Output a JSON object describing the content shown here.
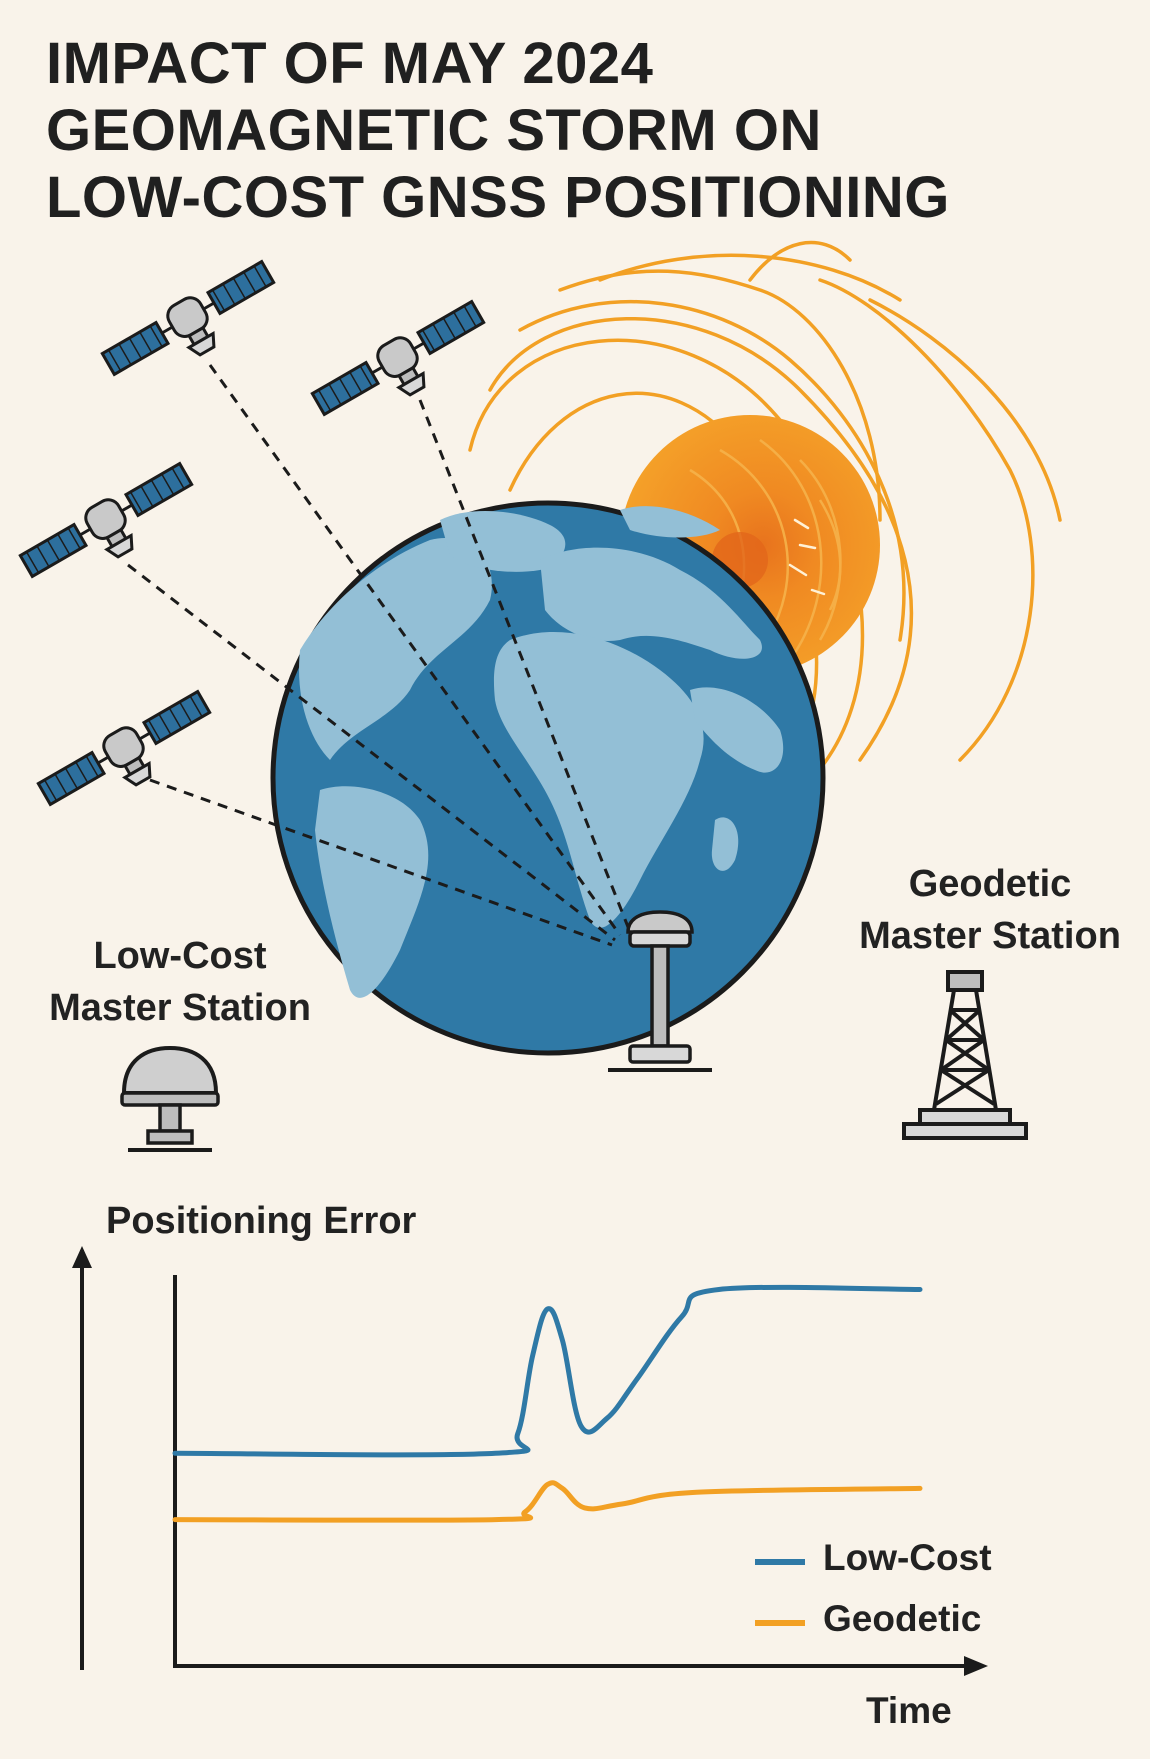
{
  "title": {
    "line1": "IMPACT OF MAY 2024",
    "line2": "GEOMAGNETIC STORM ON",
    "line3": "LOW-COST GNSS POSITIONING"
  },
  "stations": {
    "low_cost": {
      "line1": "Low-Cost",
      "line2": "Master Station"
    },
    "geodetic": {
      "line1": "Geodetic",
      "line2": "Master Station"
    }
  },
  "colors": {
    "background": "#f9f3ea",
    "ocean": "#2f79a6",
    "land": "#93bfd6",
    "sun": "#f39c22",
    "satellite_panel": "#2d6f9d",
    "low_cost_line": "#2f79a6",
    "geodetic_line": "#f2a024"
  },
  "icons": [
    "satellite-icon",
    "sun-icon",
    "globe-icon",
    "antenna-icon",
    "tower-icon"
  ],
  "chart_data": {
    "type": "line",
    "title": "Positioning Error",
    "xlabel": "Time",
    "ylabel": "Positioning Error",
    "grid": false,
    "legend_position": "bottom-right",
    "series": [
      {
        "name": "Low-Cost",
        "color": "#2f79a6",
        "x": [
          0,
          0.43,
          0.46,
          0.48,
          0.5,
          0.52,
          0.545,
          0.58,
          0.62,
          0.68,
          0.73,
          1.0
        ],
        "values": [
          0.53,
          0.53,
          0.58,
          0.78,
          0.9,
          0.82,
          0.6,
          0.62,
          0.72,
          0.88,
          0.95,
          0.95
        ]
      },
      {
        "name": "Geodetic",
        "color": "#f2a024",
        "x": [
          0,
          0.43,
          0.47,
          0.5,
          0.52,
          0.55,
          0.6,
          0.7,
          1.0
        ],
        "values": [
          0.36,
          0.36,
          0.38,
          0.45,
          0.44,
          0.39,
          0.4,
          0.43,
          0.44
        ]
      }
    ],
    "legend": [
      "Low-Cost",
      "Geodetic"
    ]
  }
}
